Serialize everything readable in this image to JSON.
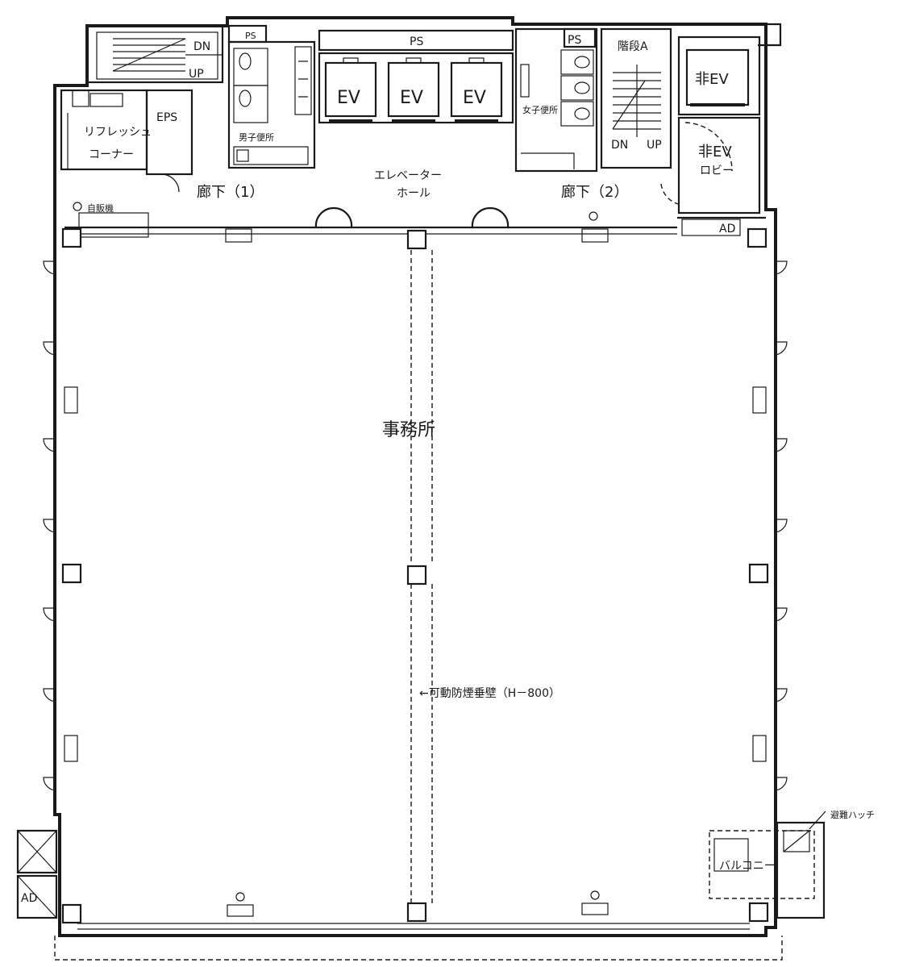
{
  "labels": {
    "ps_top_left": "PS",
    "ps_top_center": "PS",
    "ps_top_right": "PS",
    "stair_b_dn": "DN",
    "stair_b_up": "UP",
    "eps": "EPS",
    "refresh_corner_line1": "リフレッシュ",
    "refresh_corner_line2": "コーナー",
    "mens_toilet": "男子便所",
    "womens_toilet": "女子便所",
    "ev1": "EV",
    "ev2": "EV",
    "ev3": "EV",
    "stair_a": "階段A",
    "stair_a_dn": "DN",
    "stair_a_up": "UP",
    "emergency_ev": "非EV",
    "emergency_ev_lobby_line1": "非EV",
    "emergency_ev_lobby_line2": "ロビー",
    "ev_hall_line1": "エレベーター",
    "ev_hall_line2": "ホール",
    "corridor_1": "廊下（1）",
    "corridor_2": "廊下（2）",
    "vending": "自販機",
    "ad_top": "AD",
    "ad_bottom": "AD",
    "office": "事務所",
    "smoke_barrier": "←可動防煙垂壁（H－800）",
    "evac_hatch": "避難ハッチ",
    "balcony": "バルコニー"
  }
}
